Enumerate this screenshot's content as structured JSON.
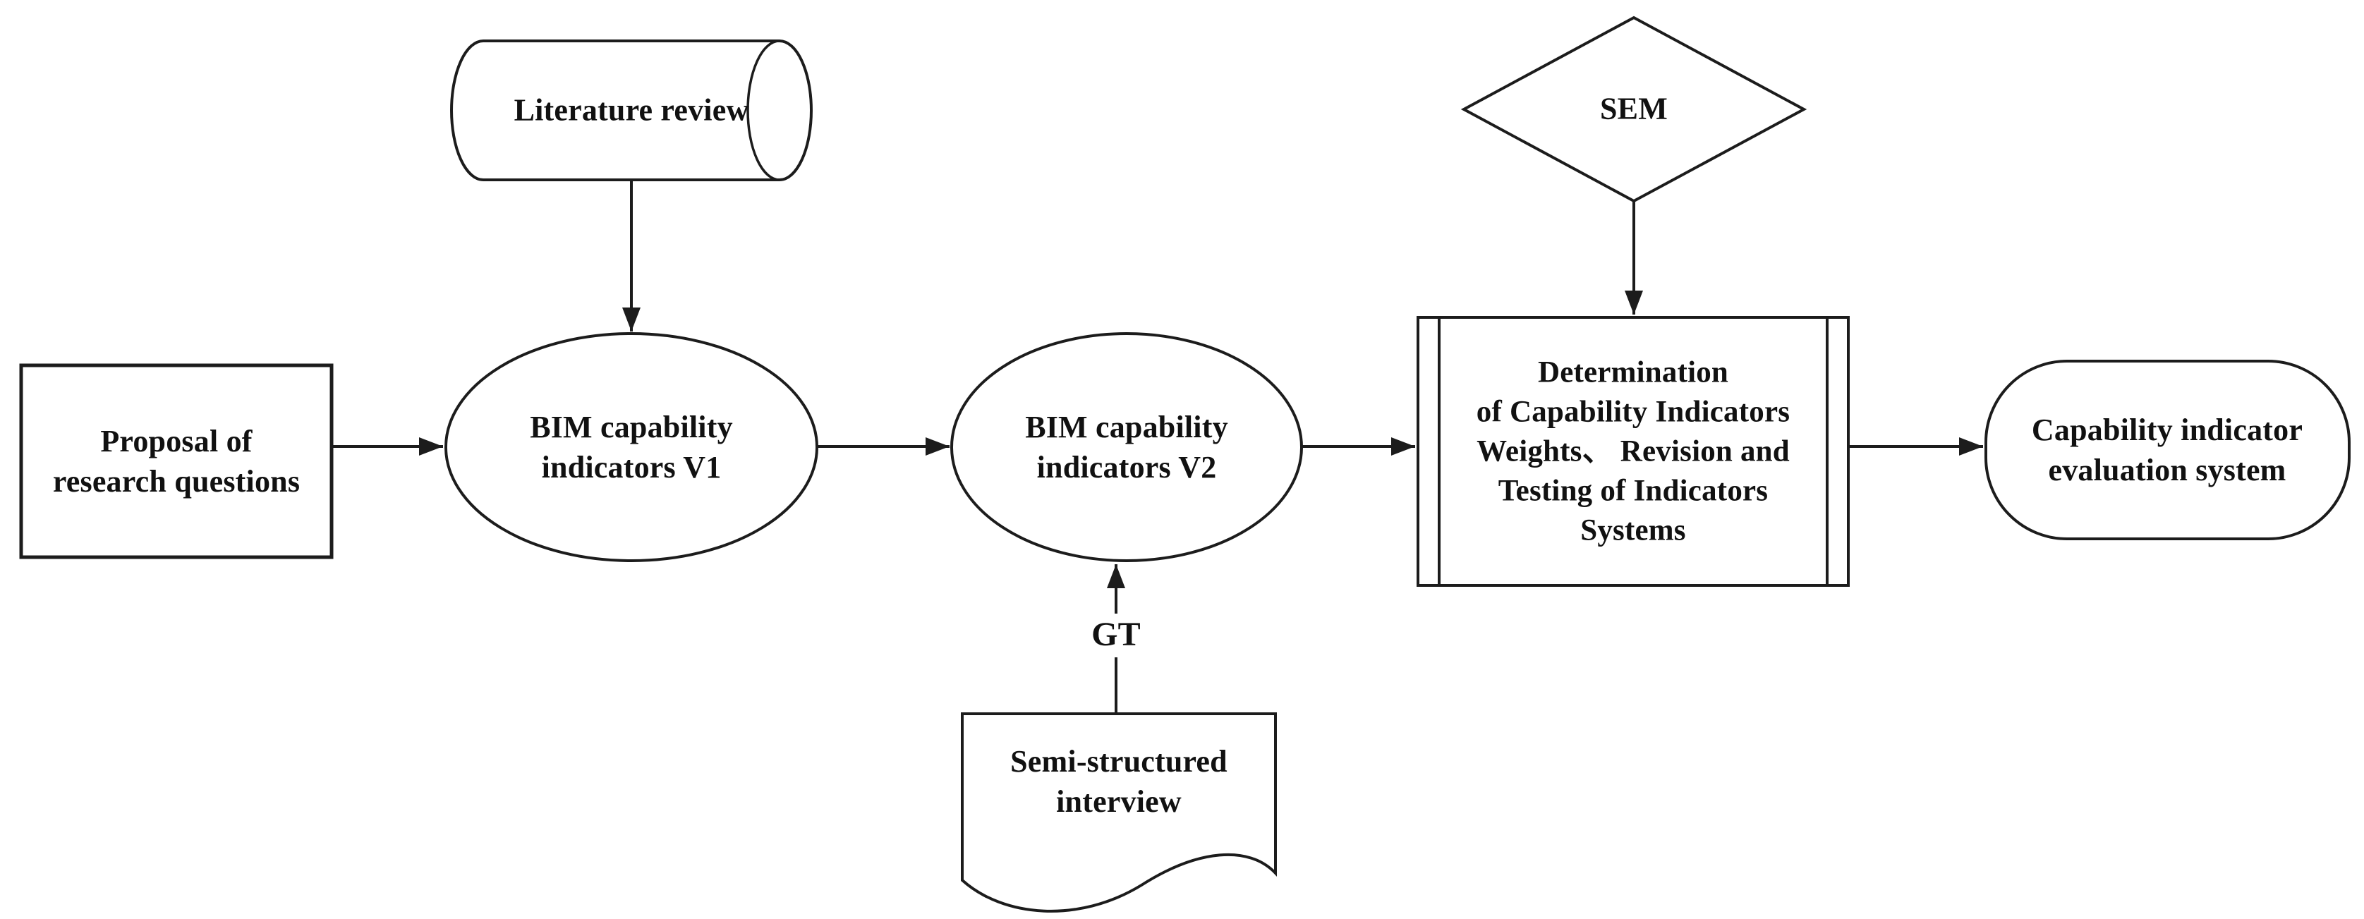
{
  "colors": {
    "background": "#ffffff",
    "stroke": "#1c1c1c",
    "text": "#111111"
  },
  "diagram": {
    "type": "flowchart",
    "nodes": {
      "proposal": {
        "shape": "rectangle",
        "label": "Proposal of\nresearch questions"
      },
      "literature_review": {
        "shape": "cylinder",
        "label": "Literature review"
      },
      "indicators_v1": {
        "shape": "ellipse",
        "label": "BIM capability\nindicators V1"
      },
      "indicators_v2": {
        "shape": "ellipse",
        "label": "BIM capability\nindicators V2"
      },
      "sem": {
        "shape": "diamond",
        "label": "SEM"
      },
      "determination": {
        "shape": "predefined-process",
        "label": "Determination\nof Capability Indicators\nWeights、 Revision and\nTesting of Indicators\nSystems"
      },
      "evaluation": {
        "shape": "rounded-rectangle",
        "label": "Capability indicator\nevaluation system"
      },
      "interview": {
        "shape": "document",
        "label": "Semi-structured\ninterview"
      },
      "gt": {
        "shape": "edge-label",
        "label": "GT"
      }
    },
    "edges": [
      {
        "from": "proposal",
        "to": "indicators_v1"
      },
      {
        "from": "literature_review",
        "to": "indicators_v1"
      },
      {
        "from": "indicators_v1",
        "to": "indicators_v2"
      },
      {
        "from": "interview",
        "to": "indicators_v2",
        "label": "GT"
      },
      {
        "from": "indicators_v2",
        "to": "determination"
      },
      {
        "from": "sem",
        "to": "determination"
      },
      {
        "from": "determination",
        "to": "evaluation"
      }
    ]
  }
}
